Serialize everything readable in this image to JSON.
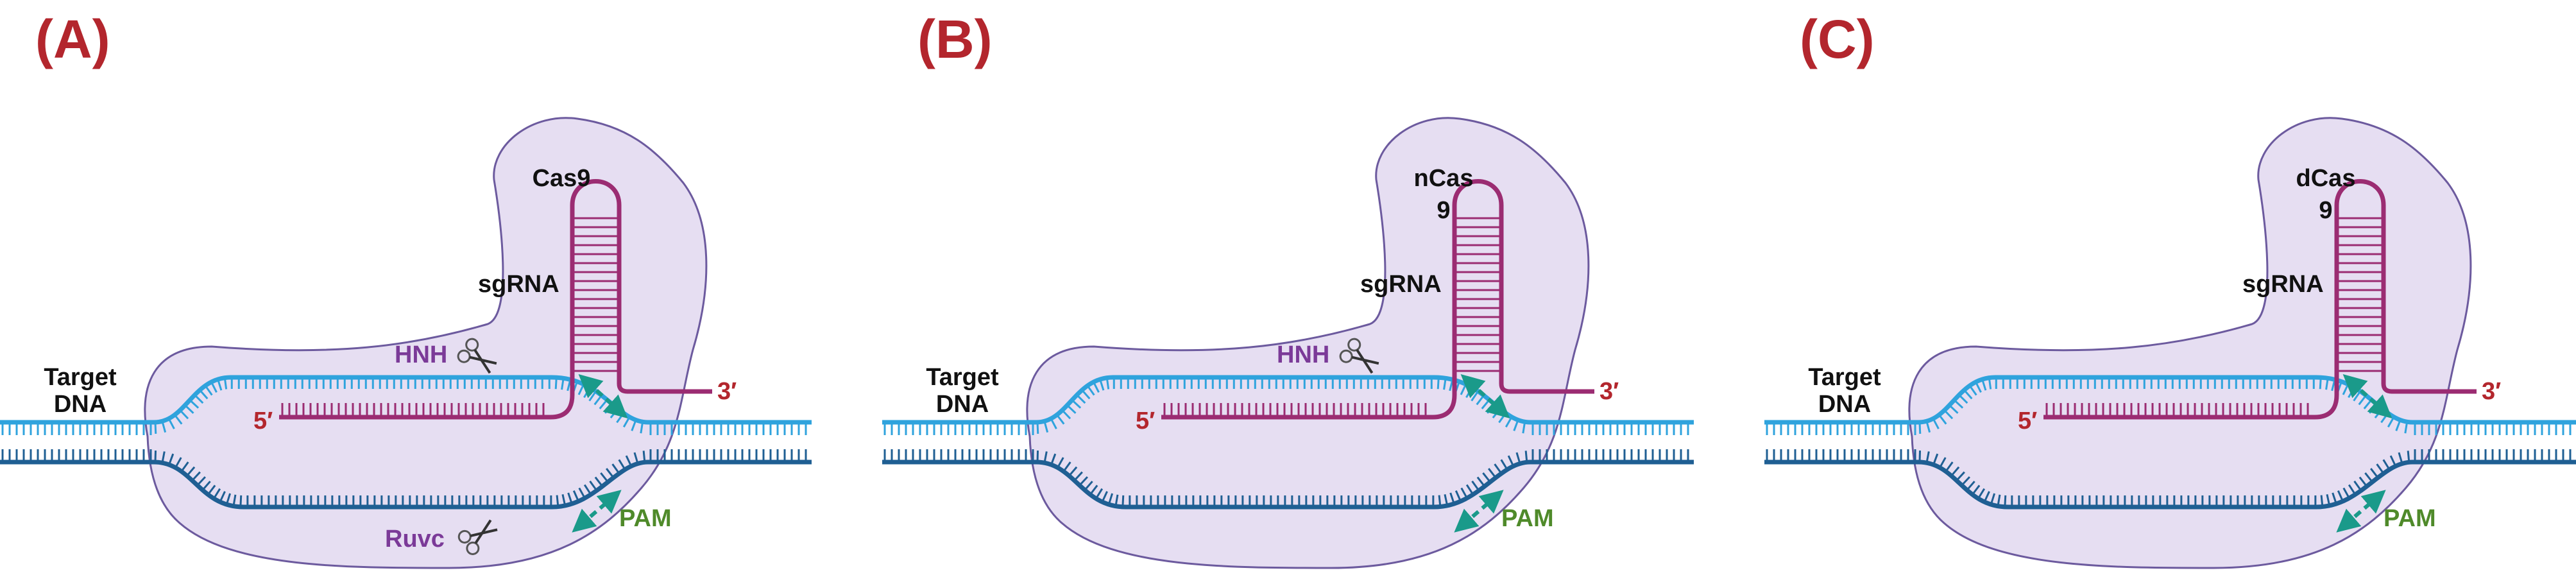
{
  "panels": [
    {
      "label": "(A)",
      "protein": [
        "Cas9"
      ],
      "guide": "sgRNA",
      "target": [
        "Target",
        "DNA"
      ],
      "five_prime": "5′",
      "three_prime": "3′",
      "hnh": "HNH",
      "ruvc": "Ruvc",
      "pam": "PAM"
    },
    {
      "label": "(B)",
      "protein": [
        "nCas",
        "9"
      ],
      "guide": "sgRNA",
      "target": [
        "Target",
        "DNA"
      ],
      "five_prime": "5′",
      "three_prime": "3′",
      "hnh": "HNH",
      "pam": "PAM"
    },
    {
      "label": "(C)",
      "protein": [
        "dCas",
        "9"
      ],
      "guide": "sgRNA",
      "target": [
        "Target",
        "DNA"
      ],
      "five_prime": "5′",
      "three_prime": "3′",
      "pam": "PAM"
    }
  ],
  "colors": {
    "panel_label": "#b3262d",
    "protein_fill": "#e6def2",
    "protein_stroke": "#6c5a9e",
    "dna_light": "#2fa3dd",
    "dna_dark": "#1f5f93",
    "sgrna": "#9b2c72",
    "pam_arrow": "#1a9a8a",
    "hnh_text": "#7b3a98",
    "pam_text": "#4f8a2a",
    "end_text": "#b3262d"
  },
  "icons": [
    "scissors-icon",
    "double-arrow-icon"
  ]
}
